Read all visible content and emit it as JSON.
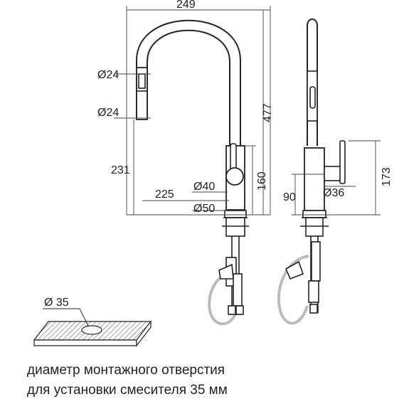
{
  "dimensions": {
    "width_total": "249",
    "height_total": "477",
    "spout_upper_diameter": "Ø24",
    "spout_lower_diameter": "Ø24",
    "body_height": "231",
    "reach": "225",
    "handle_diameter": "Ø40",
    "base_diameter": "Ø50",
    "body_column_height": "160",
    "side_base_height": "90",
    "side_handle_diameter": "Ø36",
    "side_total_height": "173"
  },
  "hole": {
    "diameter_label": "Ø 35"
  },
  "caption": {
    "line1": "диаметр монтажного отверстия",
    "line2": "для установки смесителя 35 мм"
  }
}
